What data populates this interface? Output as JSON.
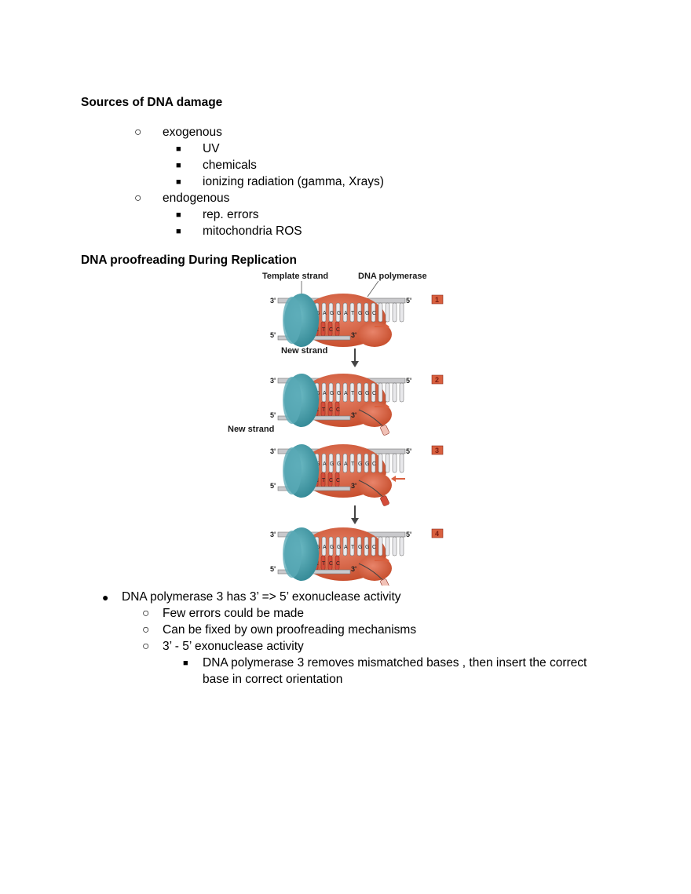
{
  "section1": {
    "heading": "Sources of DNA damage",
    "items": [
      {
        "label": "exogenous",
        "children": [
          "UV",
          "chemicals",
          "ionizing radiation (gamma, Xrays)"
        ]
      },
      {
        "label": "endogenous",
        "children": [
          "rep. errors",
          "mitochondria ROS"
        ]
      }
    ]
  },
  "section2": {
    "heading": "DNA proofreading During Replication"
  },
  "figure": {
    "template_strand_label": "Template strand",
    "dna_polymerase_label": "DNA polymerase",
    "new_strand_label_1": "New strand",
    "new_strand_label_2": "New strand",
    "end_3": "3'",
    "end_5": "5'",
    "steps": [
      "1",
      "2",
      "3",
      "4"
    ],
    "top_bases": [
      "T",
      "G",
      "A",
      "G",
      "G",
      "A",
      "T",
      "G",
      "G",
      "C"
    ],
    "bottom_bases": [
      "A",
      "C",
      "T",
      "C",
      "C"
    ],
    "colors": {
      "polymerase": "#d9603f",
      "clamp": "#3f9aa6",
      "arrow": "#d9603f",
      "step_box": "#d9603f"
    }
  },
  "section3": {
    "bullet": "DNA polymerase 3 has 3’ => 5’ exonuclease activity",
    "subitems": [
      "Few errors could be made",
      "Can be fixed by own proofreading mechanisms",
      "3’ - 5’ exonuclease activity"
    ],
    "subsub_line1": "DNA polymerase 3 removes mismatched bases , then insert the correct",
    "subsub_line2": "base in correct orientation"
  },
  "markers": {
    "bullet": "●",
    "circle": "○",
    "square": "■"
  }
}
